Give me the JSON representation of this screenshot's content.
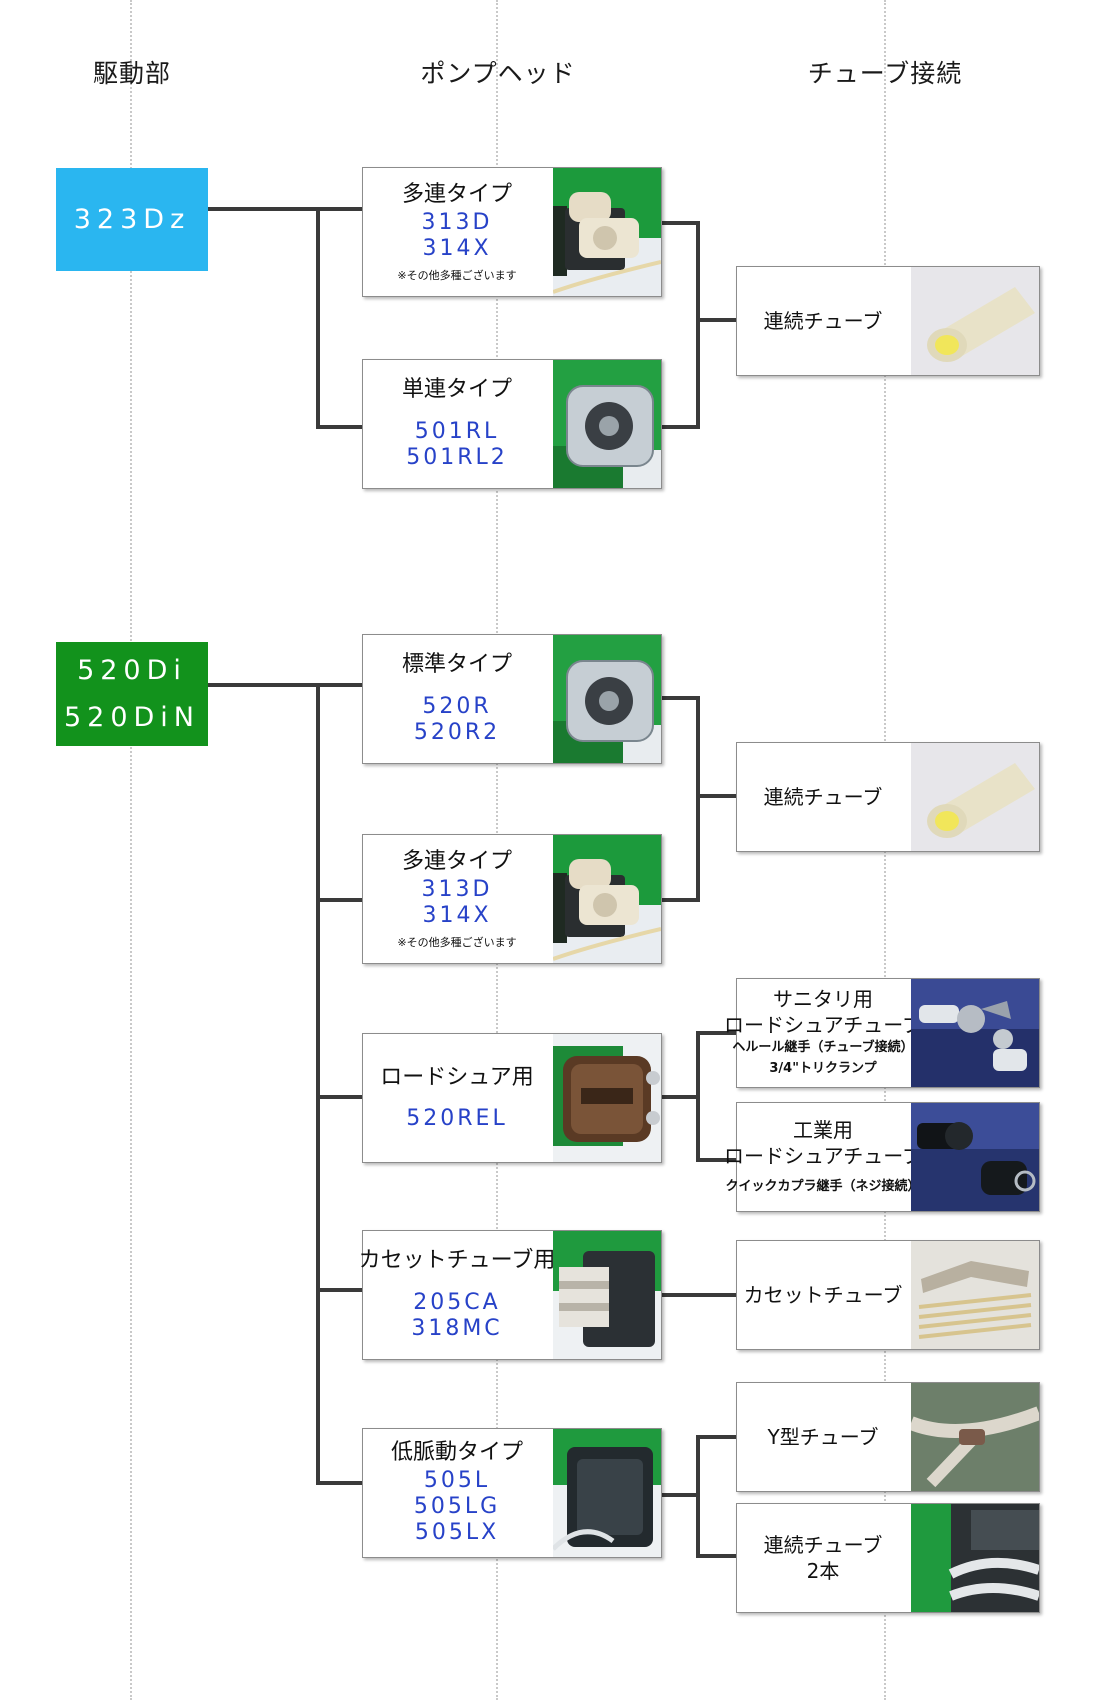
{
  "headers": {
    "drive": "駆動部",
    "pump_head": "ポンプヘッド",
    "tube": "チューブ接続"
  },
  "colors": {
    "drive_1": "#2ab6f0",
    "drive_2": "#12921c",
    "model_text": "#2742c8",
    "wire": "#3a3a3a"
  },
  "drives": [
    {
      "lines": [
        "323Dz"
      ]
    },
    {
      "lines": [
        "520Di",
        "520DiN"
      ]
    }
  ],
  "pump_heads": [
    {
      "type": "多連タイプ",
      "models": [
        "313D",
        "314X"
      ],
      "note": "※その他多種ございます",
      "image": "multi-channel-pump-photo"
    },
    {
      "type": "単連タイプ",
      "models": [
        "501RL",
        "501RL2"
      ],
      "image": "single-channel-pump-photo"
    },
    {
      "type": "標準タイプ",
      "models": [
        "520R",
        "520R2"
      ],
      "image": "standard-pump-photo"
    },
    {
      "type": "多連タイプ",
      "models": [
        "313D",
        "314X"
      ],
      "note": "※その他多種ございます",
      "image": "multi-channel-pump-photo"
    },
    {
      "type": "ロードシュア用",
      "models": [
        "520REL"
      ],
      "image": "loadsure-pump-photo"
    },
    {
      "type": "カセットチューブ用",
      "models": [
        "205CA",
        "318MC"
      ],
      "image": "cassette-pump-photo"
    },
    {
      "type": "低脈動タイプ",
      "models": [
        "505L",
        "505LG",
        "505LX"
      ],
      "image": "low-pulsation-pump-photo"
    }
  ],
  "connections": [
    {
      "lines": [
        "連続チューブ"
      ],
      "image": "continuous-tube-photo"
    },
    {
      "lines": [
        "連続チューブ"
      ],
      "image": "continuous-tube-photo"
    },
    {
      "lines": [
        "サニタリ用",
        "ロードシュアチューブ"
      ],
      "sub": [
        "ヘルール継手（チューブ接続）",
        "3/4\"トリクランプ"
      ],
      "image": "sanitary-fitting-photo"
    },
    {
      "lines": [
        "工業用",
        "ロードシュアチューブ"
      ],
      "sub": [
        "クイックカプラ継手（ネジ接続）"
      ],
      "image": "industrial-coupler-photo"
    },
    {
      "lines": [
        "カセットチューブ"
      ],
      "image": "cassette-tube-photo"
    },
    {
      "lines": [
        "Y型チューブ"
      ],
      "image": "y-tube-photo"
    },
    {
      "lines": [
        "連続チューブ",
        "2本"
      ],
      "image": "twin-tube-photo"
    }
  ]
}
